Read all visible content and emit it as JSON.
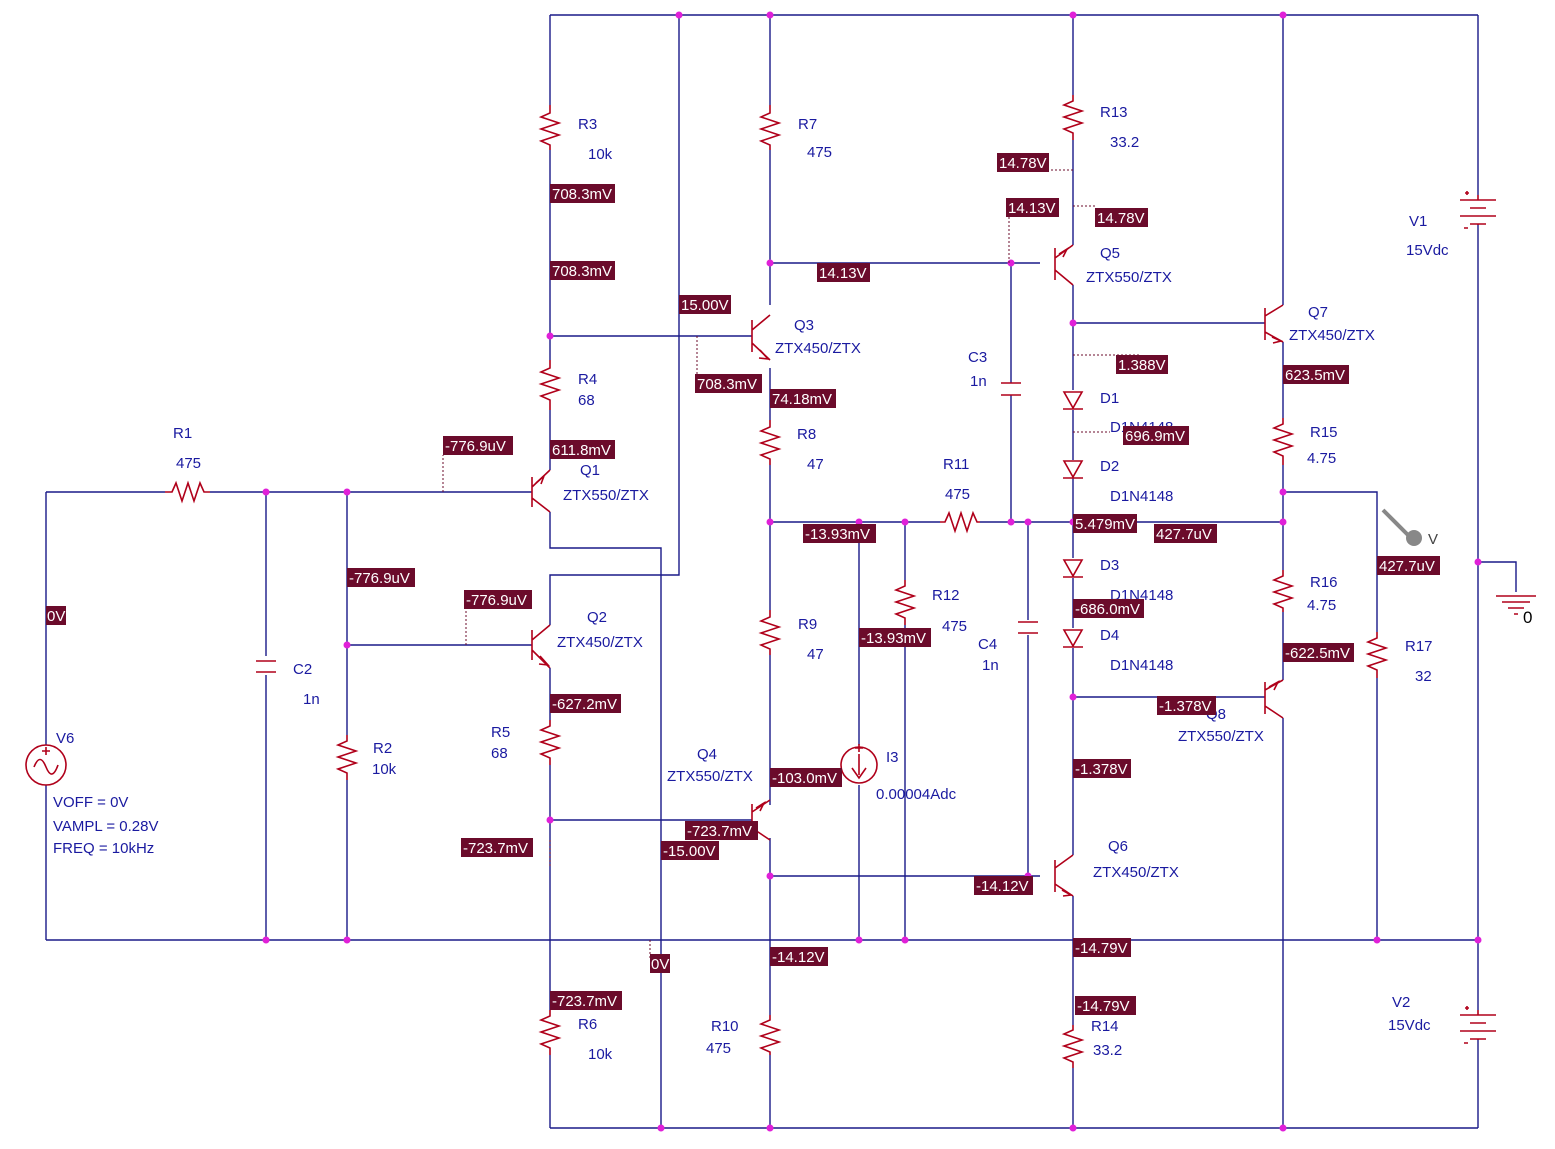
{
  "components": {
    "R1": {
      "ref": "R1",
      "value": "475"
    },
    "R2": {
      "ref": "R2",
      "value": "10k"
    },
    "R3": {
      "ref": "R3",
      "value": "10k"
    },
    "R4": {
      "ref": "R4",
      "value": "68"
    },
    "R5": {
      "ref": "R5",
      "value": "68"
    },
    "R6": {
      "ref": "R6",
      "value": "10k"
    },
    "R7": {
      "ref": "R7",
      "value": "475"
    },
    "R8": {
      "ref": "R8",
      "value": "47"
    },
    "R9": {
      "ref": "R9",
      "value": "47"
    },
    "R10": {
      "ref": "R10",
      "value": "475"
    },
    "R11": {
      "ref": "R11",
      "value": "475"
    },
    "R12": {
      "ref": "R12",
      "value": "475"
    },
    "R13": {
      "ref": "R13",
      "value": "33.2"
    },
    "R14": {
      "ref": "R14",
      "value": "33.2"
    },
    "R15": {
      "ref": "R15",
      "value": "4.75"
    },
    "R16": {
      "ref": "R16",
      "value": "4.75"
    },
    "R17": {
      "ref": "R17",
      "value": "32"
    },
    "C2": {
      "ref": "C2",
      "value": "1n"
    },
    "C3": {
      "ref": "C3",
      "value": "1n"
    },
    "C4": {
      "ref": "C4",
      "value": "1n"
    },
    "Q1": {
      "ref": "Q1",
      "value": "ZTX550/ZTX"
    },
    "Q2": {
      "ref": "Q2",
      "value": "ZTX450/ZTX"
    },
    "Q3": {
      "ref": "Q3",
      "value": "ZTX450/ZTX"
    },
    "Q4": {
      "ref": "Q4",
      "value": "ZTX550/ZTX"
    },
    "Q5": {
      "ref": "Q5",
      "value": "ZTX550/ZTX"
    },
    "Q6": {
      "ref": "Q6",
      "value": "ZTX450/ZTX"
    },
    "Q7": {
      "ref": "Q7",
      "value": "ZTX450/ZTX"
    },
    "Q8": {
      "ref": "Q8",
      "value": "ZTX550/ZTX"
    },
    "D1": {
      "ref": "D1",
      "value": "D1N4148"
    },
    "D2": {
      "ref": "D2",
      "value": "D1N4148"
    },
    "D3": {
      "ref": "D3",
      "value": "D1N4148"
    },
    "D4": {
      "ref": "D4",
      "value": "D1N4148"
    },
    "V1": {
      "ref": "V1",
      "value": "15Vdc"
    },
    "V2": {
      "ref": "V2",
      "value": "15Vdc"
    },
    "I3": {
      "ref": "I3",
      "value": "0.00004Adc"
    },
    "V6": {
      "ref": "V6",
      "voff": "VOFF = 0V",
      "vampl": "VAMPL = 0.28V",
      "freq": "FREQ = 10kHz"
    }
  },
  "ground": {
    "label": "0"
  },
  "probe": {
    "label": "V"
  },
  "voltages": [
    "708.3mV",
    "708.3mV",
    "15.00V",
    "708.3mV",
    "611.8mV",
    "-776.9uV",
    "-776.9uV",
    "-776.9uV",
    "0V",
    "-627.2mV",
    "-723.7mV",
    "-723.7mV",
    "-15.00V",
    "0V",
    "-723.7mV",
    "14.78V",
    "14.13V",
    "14.78V",
    "14.13V",
    "74.18mV",
    "1.388V",
    "696.9mV",
    "-13.93mV",
    "5.479mV",
    "427.7uV",
    "427.7uV",
    "-686.0mV",
    "-13.93mV",
    "623.5mV",
    "-622.5mV",
    "-1.378V",
    "-103.0mV",
    "-1.378V",
    "-14.12V",
    "-14.12V",
    "-14.79V",
    "-14.79V"
  ]
}
